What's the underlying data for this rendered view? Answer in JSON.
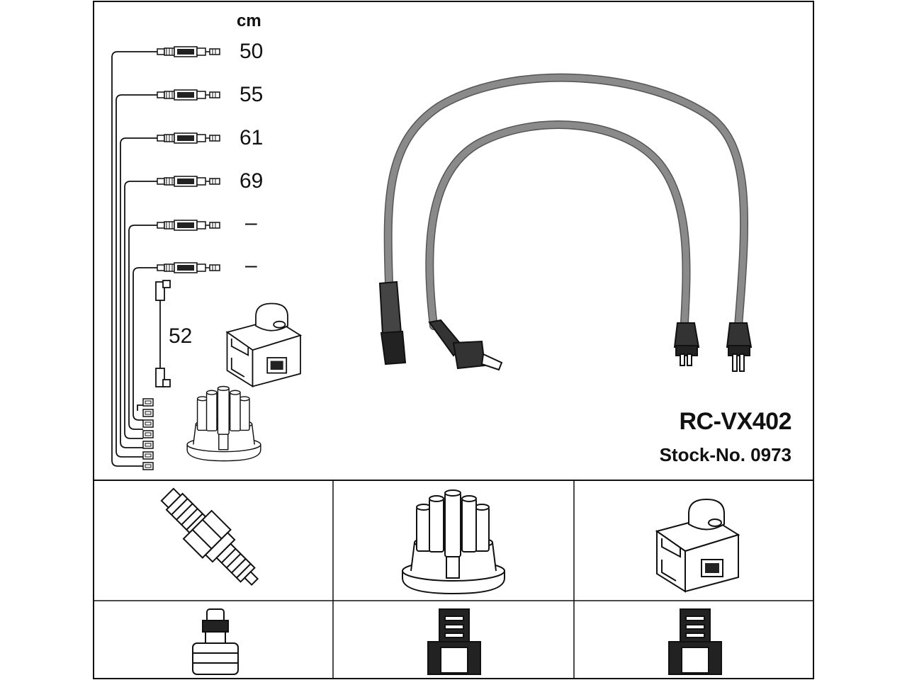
{
  "unit": "cm",
  "lengths": [
    "50",
    "55",
    "61",
    "69",
    "–",
    "–"
  ],
  "coil_lead_length": "52",
  "product": {
    "code": "RC-VX402",
    "stock_number": "Stock-No. 0973"
  },
  "panels": [
    {
      "component": "spark-plug-icon",
      "terminal": "plug-terminal-icon"
    },
    {
      "component": "distributor-cap-icon",
      "terminal": "cap-terminal-icon"
    },
    {
      "component": "ignition-coil-icon",
      "terminal": "coil-terminal-icon"
    }
  ],
  "colors": {
    "line": "#111111",
    "cable": "#8a8a8a",
    "cable_dark": "#555555"
  }
}
